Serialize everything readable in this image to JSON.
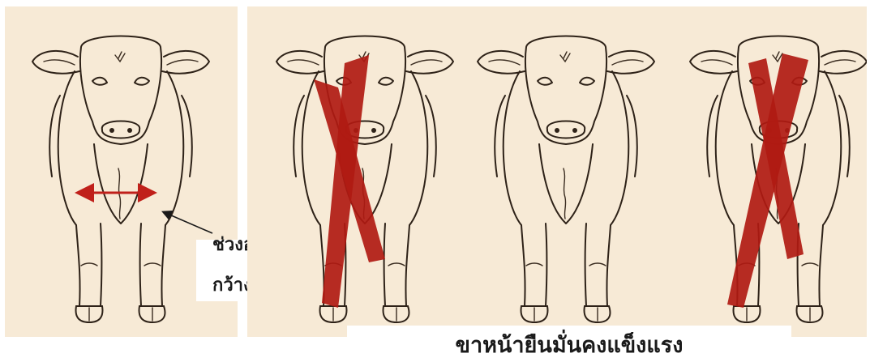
{
  "labels": {
    "chest_line1": "ช่วงอก",
    "chest_line2": "กว้าง"
  },
  "caption": "ขาหน้ายืนมั่นคงแข็งแรง",
  "colors": {
    "background_panel": "#f7ead6",
    "cross_mark": "#b01a12",
    "chest_arrow": "#c0201a",
    "line_art": "#2e2218"
  },
  "figures": [
    {
      "name": "cow-wide-chest",
      "marked": "arrow"
    },
    {
      "name": "cow-narrow-stance",
      "marked": "cross"
    },
    {
      "name": "cow-correct-stance",
      "marked": "none"
    },
    {
      "name": "cow-knock-kneed",
      "marked": "cross"
    }
  ]
}
